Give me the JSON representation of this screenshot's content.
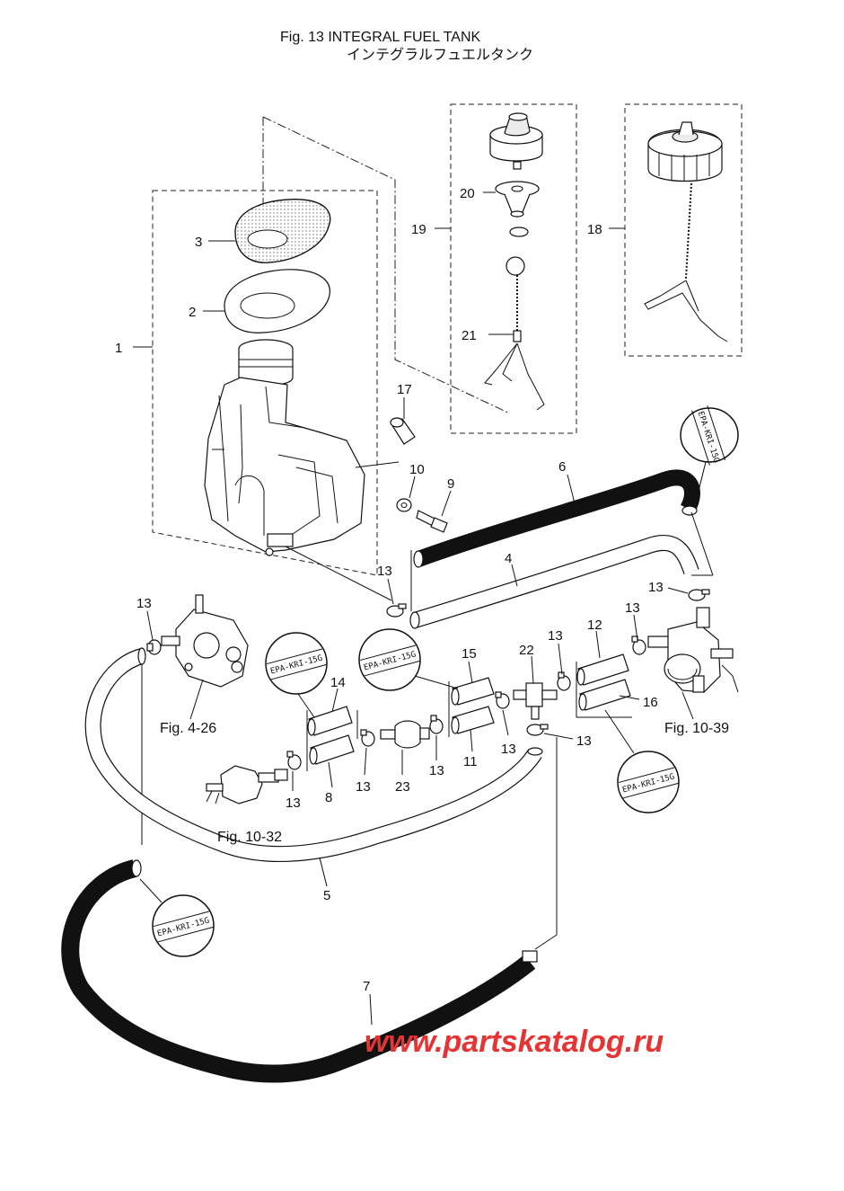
{
  "title": {
    "line1": "Fig. 13    INTEGRAL FUEL TANK",
    "line2": "インテグラルフュエルタンク"
  },
  "callouts": {
    "c1": "1",
    "c2": "2",
    "c3": "3",
    "c4": "4",
    "c5": "5",
    "c6": "6",
    "c7": "7",
    "c8": "8",
    "c9": "9",
    "c10": "10",
    "c11": "11",
    "c12": "12",
    "c13a": "13",
    "c13b": "13",
    "c13c": "13",
    "c13d": "13",
    "c13e": "13",
    "c13f": "13",
    "c13g": "13",
    "c13h": "13",
    "c13i": "13",
    "c13j": "13",
    "c14": "14",
    "c15": "15",
    "c16": "16",
    "c17": "17",
    "c18": "18",
    "c19": "19",
    "c20": "20",
    "c21": "21",
    "c22": "22",
    "c23": "23"
  },
  "figure_refs": {
    "fig_4_26": "Fig. 4-26",
    "fig_10_39": "Fig. 10-39",
    "fig_10_32": "Fig. 10-32"
  },
  "stamps": {
    "s1": "EPA-KRI-15G",
    "s2": "EPA-KRI-15G",
    "s3": "EPA-KRI-15G",
    "s4": "EPA-KRI-15G",
    "s5": "EPA-KRI-15G"
  },
  "watermark": "www.partskatalog.ru",
  "colors": {
    "watermark": "#e63333",
    "line": "#111111"
  }
}
